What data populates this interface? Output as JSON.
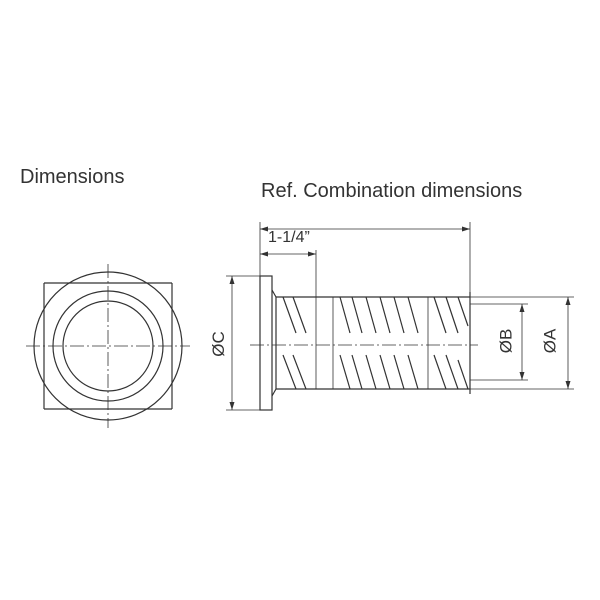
{
  "heading": "Dimensions",
  "ref_label": "Ref. Combination dimensions",
  "length_label": "1-1/4”",
  "diameter_labels": {
    "c": "ØC",
    "b": "ØB",
    "a": "ØA"
  },
  "colors": {
    "line": "#333333",
    "background": "#ffffff"
  }
}
